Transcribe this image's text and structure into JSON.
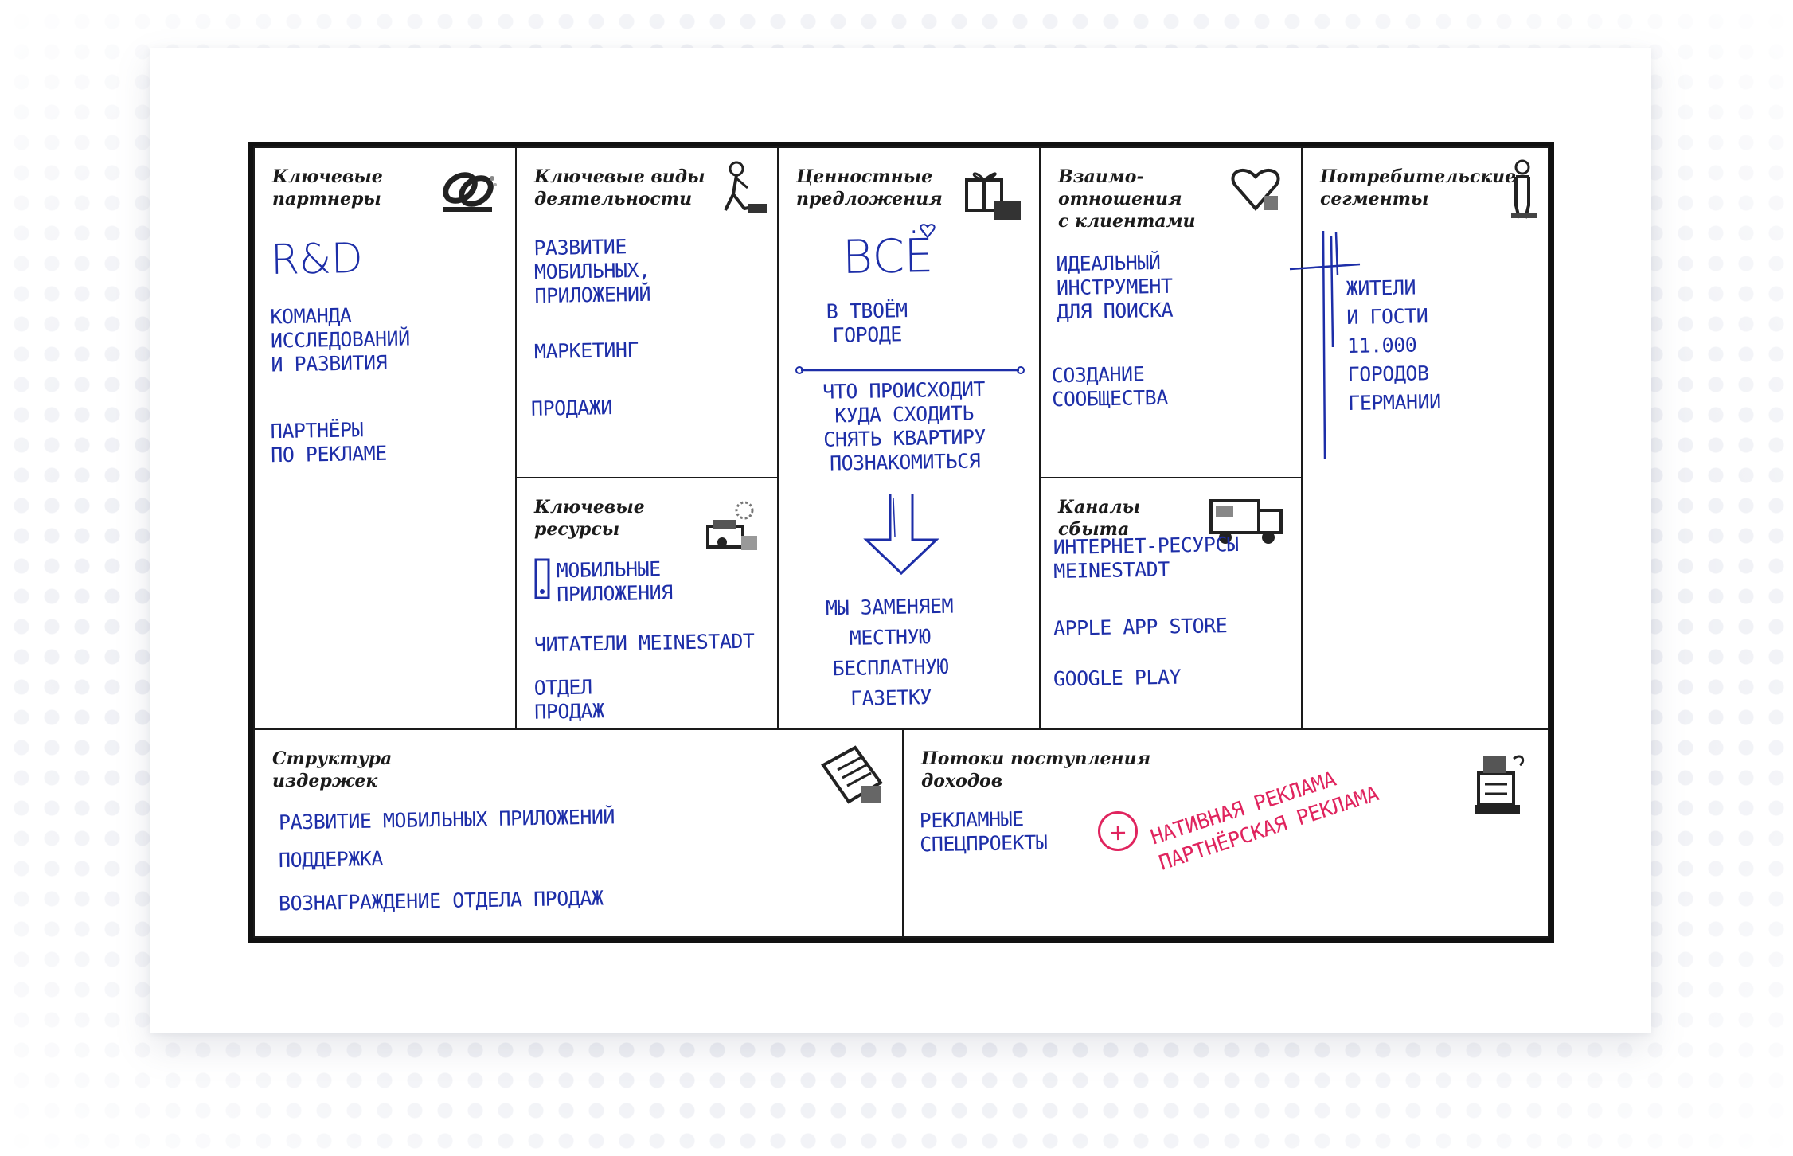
{
  "canvas": {
    "blocks": {
      "key_partners": {
        "title": "Ключевые\nпартнеры",
        "icon": "chain-link-icon",
        "notes": [
          "R&D",
          "КОМАНДА\nИССЛЕДОВАНИЙ\nИ РАЗВИТИЯ",
          "ПАРТНЁРЫ\nПО РЕКЛАМЕ"
        ]
      },
      "key_activities": {
        "title": "Ключевые виды\nдеятельности",
        "icon": "worker-icon",
        "notes": [
          "РАЗВИТИЕ\nМОБИЛЬНЫХ,\nПРИЛОЖЕНИЙ",
          "МАРКЕТИНГ",
          "ПРОДАЖИ"
        ]
      },
      "value_propositions": {
        "title": "Ценностные\nпредложения",
        "icon": "gift-icon",
        "notes": [
          "ВСЁ",
          "В ТВОЁМ\nГОРОДЕ",
          "ЧТО ПРОИСХОДИТ\nКУДА СХОДИТЬ\nСНЯТЬ КВАРТИРУ\nПОЗНАКОМИТЬСЯ",
          "МЫ ЗАМЕНЯЕМ\nМЕСТНУЮ\nБЕСПЛАТНУЮ\nГАЗЕТКУ"
        ]
      },
      "customer_relationships": {
        "title": "Взаимо-\nотношения\nс клиентами",
        "icon": "heart-icon",
        "notes": [
          "ИДЕАЛЬНЫЙ\nИНСТРУМЕНТ\nДЛЯ ПОИСКА",
          "СОЗДАНИЕ\nСООБЩЕСТВА"
        ]
      },
      "customer_segments": {
        "title": "Потребительские\nсегменты",
        "icon": "person-icon",
        "notes": [
          "ЖИТЕЛИ\nИ ГОСТИ\n11.000\nГОРОДОВ\nГЕРМАНИИ"
        ]
      },
      "key_resources": {
        "title": "Ключевые\nресурсы",
        "icon": "resources-icon",
        "notes": [
          "МОБИЛЬНЫЕ\nПРИЛОЖЕНИЯ",
          "ЧИТАТЕЛИ MEINESTADT",
          "ОТДЕЛ\nПРОДАЖ"
        ]
      },
      "channels": {
        "title": "Каналы\nсбыта",
        "icon": "truck-icon",
        "notes": [
          "ИНТЕРНЕТ-РЕСУРСЫ\nMEINESTADT",
          "APPLE APP STORE",
          "GOOGLE PLAY"
        ]
      },
      "cost_structure": {
        "title": "Структура\nиздержек",
        "icon": "price-tag-icon",
        "notes": [
          "РАЗВИТИЕ МОБИЛЬНЫХ ПРИЛОЖЕНИЙ",
          "ПОДДЕРЖКА",
          "ВОЗНАГРАЖДЕНИЕ ОТДЕЛА ПРОДАЖ"
        ]
      },
      "revenue_streams": {
        "title": "Потоки поступления\nдоходов",
        "icon": "cash-register-icon",
        "notes": [
          "РЕКЛАМНЫЕ\nСПЕЦПРОЕКТЫ"
        ],
        "added_notes": [
          "+",
          "НАТИВНАЯ РЕКЛАМА\nПАРТНЁРСКАЯ РЕКЛАМА"
        ]
      }
    },
    "colors": {
      "ink_blue": "#1d2ea8",
      "ink_red": "#e0245e",
      "frame": "#111111"
    }
  }
}
